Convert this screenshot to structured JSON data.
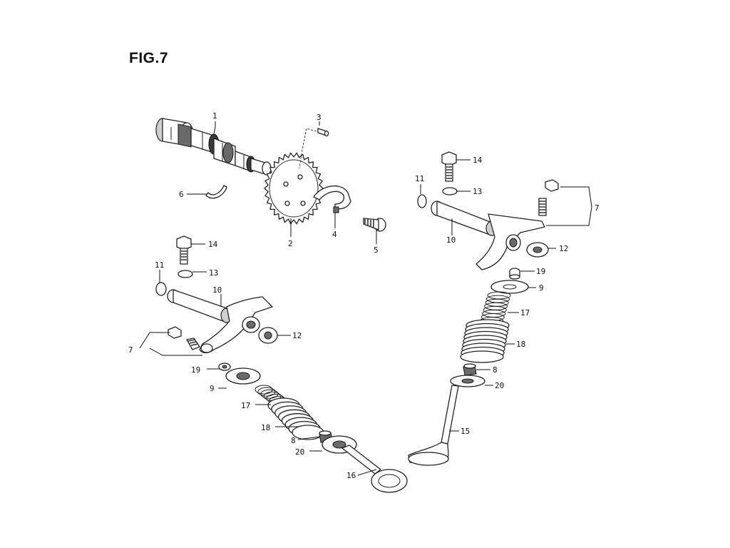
{
  "figure": {
    "title": "FIG.7"
  },
  "callouts": [
    {
      "id": "c1",
      "label": "1"
    },
    {
      "id": "c3",
      "label": "3"
    },
    {
      "id": "c6",
      "label": "6"
    },
    {
      "id": "c2",
      "label": "2"
    },
    {
      "id": "c4",
      "label": "4"
    },
    {
      "id": "c5",
      "label": "5"
    },
    {
      "id": "c14a",
      "label": "14"
    },
    {
      "id": "c13a",
      "label": "13"
    },
    {
      "id": "c11a",
      "label": "11"
    },
    {
      "id": "c10a",
      "label": "10"
    },
    {
      "id": "c7a",
      "label": "7"
    },
    {
      "id": "c12a",
      "label": "12"
    },
    {
      "id": "c19a",
      "label": "19"
    },
    {
      "id": "c9a",
      "label": "9"
    },
    {
      "id": "c17a",
      "label": "17"
    },
    {
      "id": "c18a",
      "label": "18"
    },
    {
      "id": "c8a",
      "label": "8"
    },
    {
      "id": "c20a",
      "label": "20"
    },
    {
      "id": "c15",
      "label": "15"
    },
    {
      "id": "c14b",
      "label": "14"
    },
    {
      "id": "c13b",
      "label": "13"
    },
    {
      "id": "c11b",
      "label": "11"
    },
    {
      "id": "c10b",
      "label": "10"
    },
    {
      "id": "c7b",
      "label": "7"
    },
    {
      "id": "c12b",
      "label": "12"
    },
    {
      "id": "c19b",
      "label": "19"
    },
    {
      "id": "c9b",
      "label": "9"
    },
    {
      "id": "c17b",
      "label": "17"
    },
    {
      "id": "c18b",
      "label": "18"
    },
    {
      "id": "c8b",
      "label": "8"
    },
    {
      "id": "c20b",
      "label": "20"
    },
    {
      "id": "c16",
      "label": "16"
    }
  ]
}
